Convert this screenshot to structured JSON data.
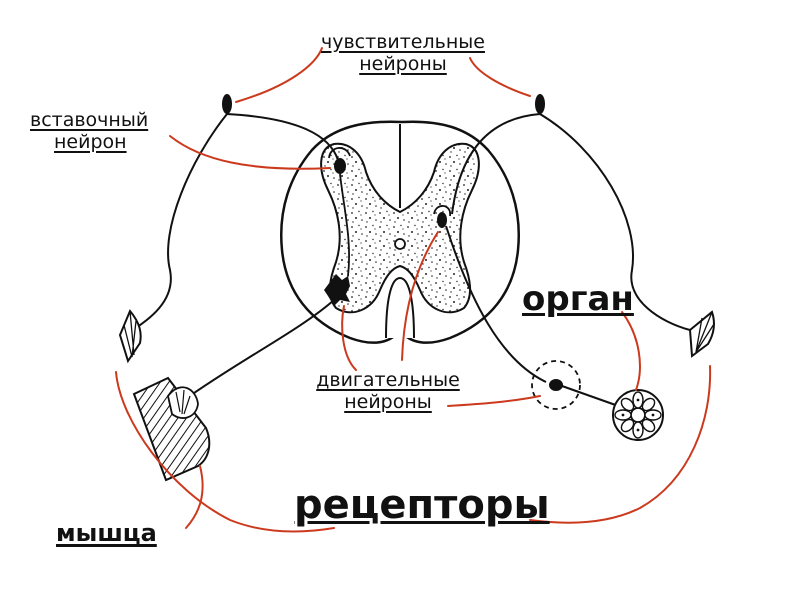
{
  "labels": {
    "sensory_neurons_line1": "чувствительные",
    "sensory_neurons_line2": "нейроны",
    "interneuron_line1": "вставочный",
    "interneuron_line2": "нейрон",
    "organ": "орган",
    "motor_neurons_line1": "двигательные",
    "motor_neurons_line2": "нейроны",
    "receptors": "рецепторы",
    "muscle": "мышца"
  },
  "colors": {
    "line": "#111111",
    "pointer": "#cc3a1e",
    "background": "#ffffff"
  }
}
